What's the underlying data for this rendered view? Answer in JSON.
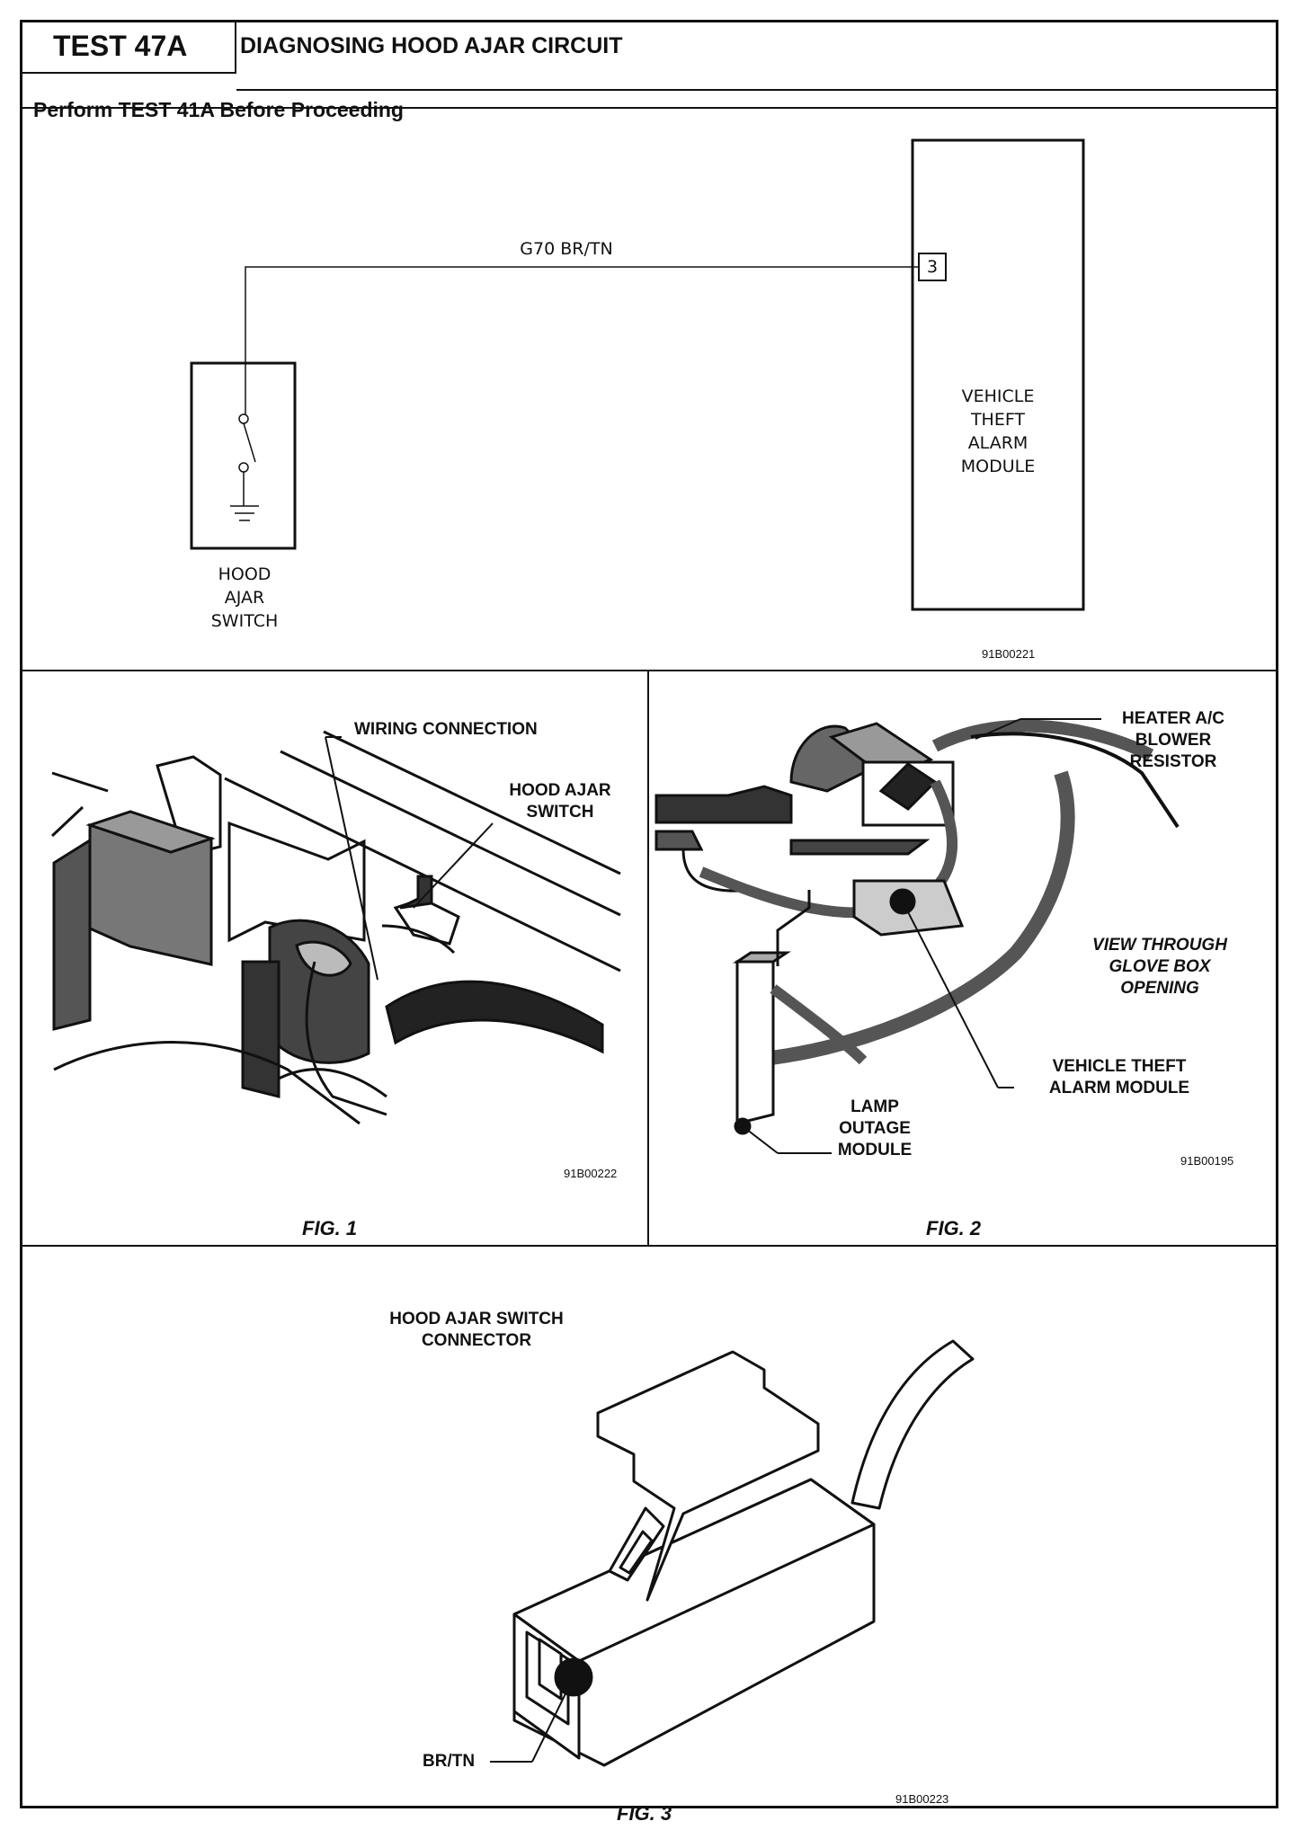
{
  "header": {
    "test_id": "TEST 47A",
    "title": "DIAGNOSING HOOD AJAR CIRCUIT",
    "prerequisite": "Perform TEST 41A Before Proceeding"
  },
  "schematic": {
    "wire_label": "G70  BR/TN",
    "pin_number": "3",
    "module_label": "VEHICLE\nTHEFT\nALARM\nMODULE",
    "switch_label": "HOOD\nAJAR\nSWITCH",
    "drawing_code": "91B00221"
  },
  "fig1": {
    "caption": "FIG. 1",
    "label_wiring": "WIRING CONNECTION",
    "label_switch": "HOOD AJAR\nSWITCH",
    "drawing_code": "91B00222"
  },
  "fig2": {
    "caption": "FIG. 2",
    "label_heater": "HEATER A/C\nBLOWER\nRESISTOR",
    "label_view": "VIEW THROUGH\nGLOVE BOX\nOPENING",
    "label_vtam": "VEHICLE THEFT\nALARM MODULE",
    "label_lamp": "LAMP\nOUTAGE\nMODULE",
    "drawing_code": "91B00195"
  },
  "fig3": {
    "caption": "FIG. 3",
    "label_connector": "HOOD AJAR SWITCH\nCONNECTOR",
    "label_wire": "BR/TN",
    "drawing_code": "91B00223"
  }
}
